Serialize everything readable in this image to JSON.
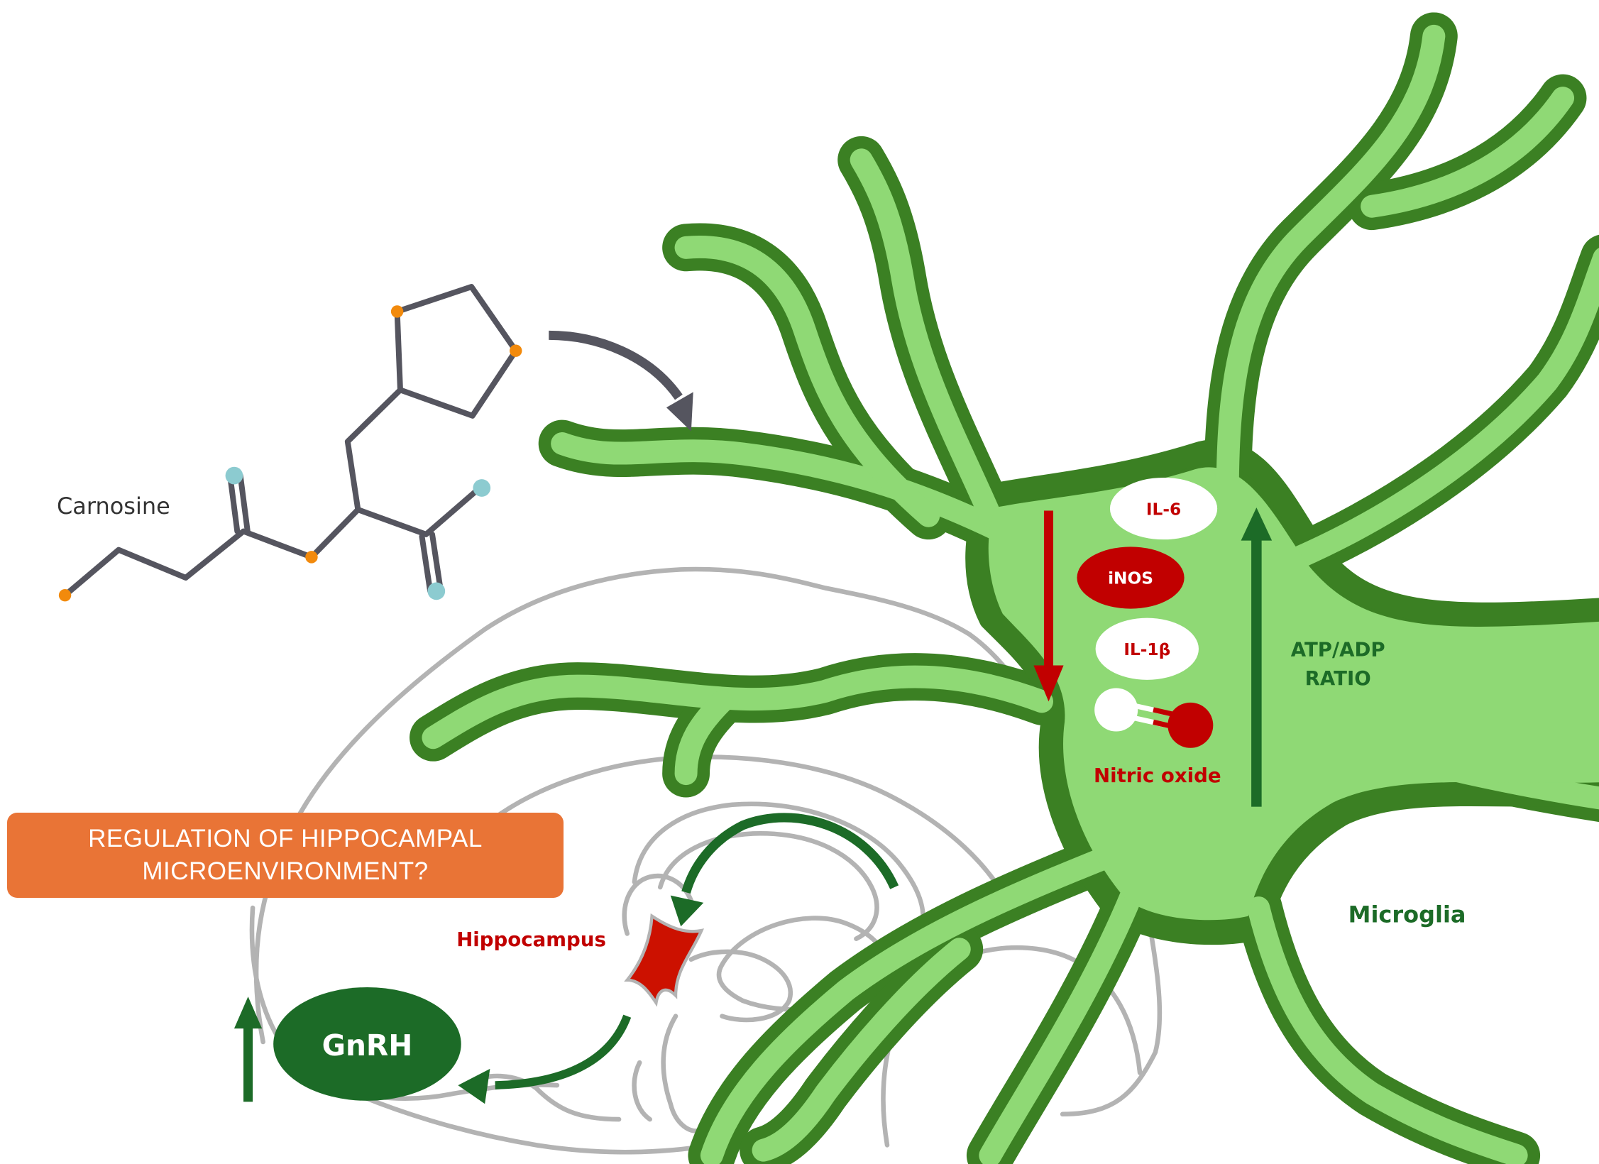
{
  "figure": {
    "molecule_label": "Carnosine",
    "cell_label": "Microglia",
    "region_label": "Hippocampus",
    "question_box": {
      "line1": "REGULATION OF HIPPOCAMPAL",
      "line2": "MICROENVIRONMENT?"
    },
    "hormone": {
      "label": "GnRH",
      "direction": "up"
    },
    "decreased_markers": {
      "direction": "down",
      "items": [
        {
          "label": "IL-6",
          "style": "outline"
        },
        {
          "label": "iNOS",
          "style": "filled"
        },
        {
          "label": "IL-1β",
          "style": "outline"
        }
      ],
      "molecule_label": "Nitric oxide"
    },
    "increased_marker": {
      "direction": "up",
      "line1": "ATP/ADP",
      "line2": "RATIO"
    }
  },
  "colors": {
    "cell_fill": "#8fd975",
    "cell_outline": "#3b8023",
    "arrow_green": "#1c6b27",
    "red": "#c10000",
    "orange": "#e97436",
    "molecule_bond": "#55555f",
    "atom_orange": "#f28a0c",
    "atom_teal": "#8ccbd0",
    "brain_outline": "#b3b3b3",
    "text_dark": "#333333"
  }
}
